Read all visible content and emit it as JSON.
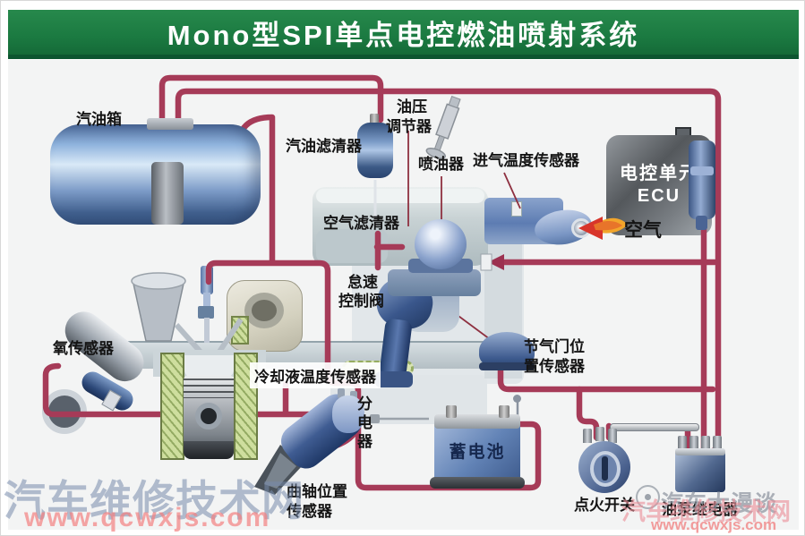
{
  "title": "Mono型SPI单点电控燃油喷射系统",
  "components": {
    "fuel_tank": {
      "label": "汽油箱"
    },
    "fuel_filter": {
      "label": "汽油滤清器"
    },
    "pressure_regulator": {
      "lines": [
        "油压",
        "调节器"
      ]
    },
    "injector": {
      "label": "喷油器"
    },
    "intake_air_temp_sensor": {
      "label": "进气温度传感器"
    },
    "ecu": {
      "lines": [
        "电控单元",
        "ECU"
      ]
    },
    "air_flow": {
      "label": "空气"
    },
    "air_cleaner": {
      "label": "空气滤清器"
    },
    "idle_control_valve": {
      "lines": [
        "怠速",
        "控制阀"
      ]
    },
    "throttle_position_sensor": {
      "lines": [
        "节气门位",
        "置传感器"
      ]
    },
    "oxygen_sensor": {
      "label": "氧传感器"
    },
    "coolant_temp_sensor": {
      "label": "冷却液温度传感器"
    },
    "distributor": {
      "label": "分电器"
    },
    "crankshaft_position_sensor": {
      "lines": [
        "曲轴位置",
        "传感器"
      ]
    },
    "battery": {
      "label": "蓄电池"
    },
    "ignition_switch": {
      "label": "点火开关"
    },
    "fuel_pump_relay": {
      "label": "油泵继电器"
    }
  },
  "watermarks": {
    "site_name": "汽车维修技术网",
    "site_url": "www.qcwxjs.com",
    "site_name_2": "汽车维修技术网",
    "site_url_2": "www.qcwxjs.com",
    "logo_text": "汽车大漫谈"
  },
  "colors": {
    "banner_green": "#1b7a41",
    "fuel_line_pink": "#a63b58",
    "leader_red": "#8e3040",
    "component_blue": "#3f5c92"
  }
}
